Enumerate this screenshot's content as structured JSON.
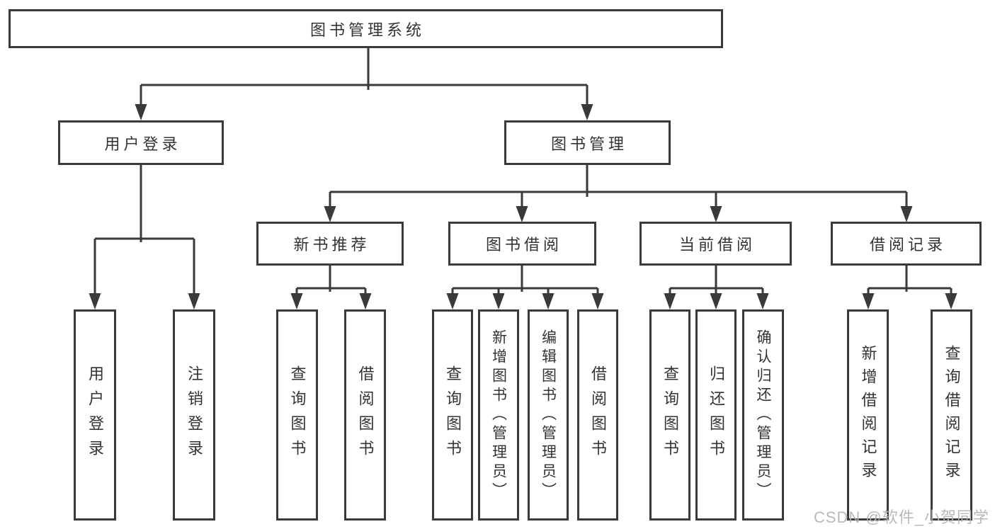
{
  "diagram": {
    "root": "图书管理系统",
    "level2": [
      "用户登录",
      "图书管理"
    ],
    "level3": [
      "新书推荐",
      "图书借阅",
      "当前借阅",
      "借阅记录"
    ],
    "leaves": {
      "user_login": [
        "用户登录",
        "注销登录"
      ],
      "new_book_recommend": [
        "查询图书",
        "借阅图书"
      ],
      "book_borrow": [
        "查询图书",
        "新增图书（管理员）",
        "编辑图书（管理员）",
        "借阅图书"
      ],
      "current_borrow": [
        "查询图书",
        "归还图书",
        "确认归还（管理员）"
      ],
      "borrow_record": [
        "新增借阅记录",
        "查询借阅记录"
      ]
    }
  },
  "watermark": "CSDN @软件_小贺同学",
  "colors": {
    "line": "#3a3a3a",
    "text": "#333333",
    "watermark": "#b4b4b4",
    "background": "#ffffff"
  }
}
